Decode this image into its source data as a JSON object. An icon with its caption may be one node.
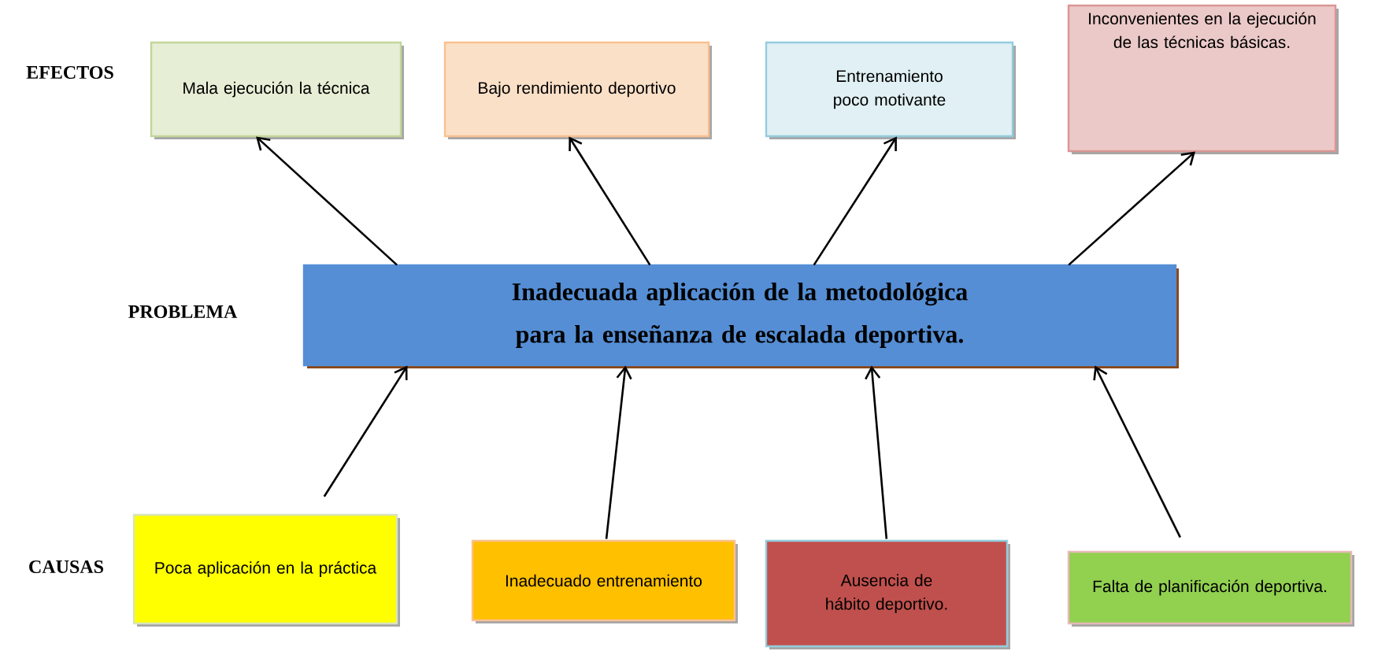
{
  "diagram": {
    "nodes": [
      {
        "text": [
          "Mala ejecución la técnica"
        ]
      },
      {
        "text": [
          "Bajo rendimiento deportivo"
        ]
      },
      {
        "text": [
          "Entrenamiento poco motivante"
        ]
      },
      {
        "text": [
          "Inconvenientes en la ejecución de las técnicas básicas."
        ]
      },
      {
        "text": [
          "Inadecuada aplicación de la metodológica para la enseñanza de escalada deportiva."
        ]
      },
      {
        "text": [
          "Poca aplicación en la práctica"
        ]
      },
      {
        "text": [
          "Inadecuado entrenamiento"
        ]
      },
      {
        "text": [
          "Ausencia de hábito deportivo."
        ]
      },
      {
        "text": [
          "Falta de planificación deportiva."
        ]
      }
    ],
    "edges": [
      {
        "from": 4,
        "to": 0,
        "arrow": "to"
      },
      {
        "from": 4,
        "to": 1,
        "arrow": "to"
      },
      {
        "from": 4,
        "to": 2,
        "arrow": "to"
      },
      {
        "from": 4,
        "to": 3,
        "arrow": "to"
      },
      {
        "from": 5,
        "to": 4,
        "arrow": "to"
      },
      {
        "from": 6,
        "to": 4,
        "arrow": "to"
      },
      {
        "from": 7,
        "to": 4,
        "arrow": "to"
      },
      {
        "from": 8,
        "to": 4,
        "arrow": "to"
      }
    ],
    "labels": [
      "EFECTOS",
      "PROBLEMA",
      "CAUSAS"
    ]
  }
}
